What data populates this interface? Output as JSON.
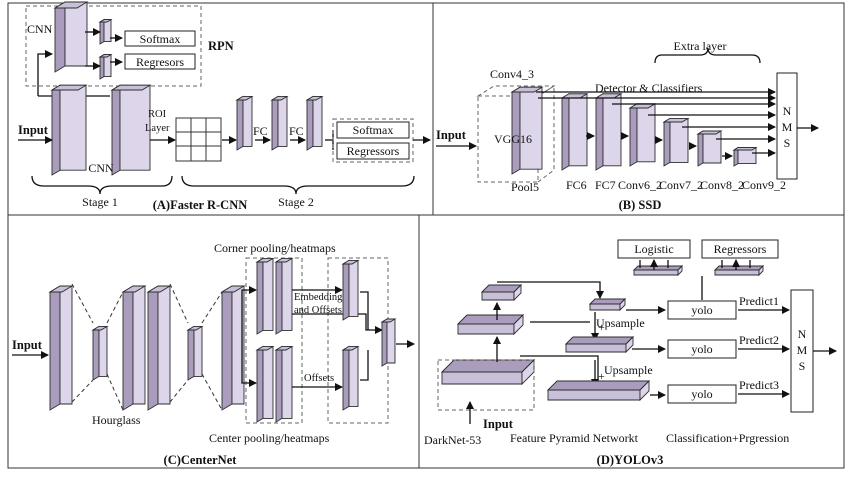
{
  "colors": {
    "front": "#a99cbd",
    "side": "#ddd6ea",
    "top": "#c8c0d8",
    "edge": "#2d2d2d",
    "panel": "#ffffff"
  },
  "panel_a": {
    "caption": "(A)Faster R-CNN",
    "rpn": "RPN",
    "cnn_top": "CNN",
    "cnn_bottom": "CNN",
    "softmax": "Softmax",
    "regresors": "Regresors",
    "input": "Input",
    "roi_line1": "ROI",
    "roi_line2": "Layer",
    "fc1": "FC",
    "fc2": "FC",
    "softmax2": "Softmax",
    "regressors2": "Regressors",
    "stage1": "Stage 1",
    "stage2": "Stage 2"
  },
  "panel_b": {
    "caption": "(B) SSD",
    "extra_layer": "Extra layer",
    "conv4_3": "Conv4_3",
    "detector": "Detector & Classifiers",
    "input": "Input",
    "vgg16": "VGG16",
    "pool5": "Pool5",
    "fc6": "FC6",
    "fc7": "FC7",
    "conv6_2": "Conv6_2",
    "conv7_2": "Conv7_2",
    "conv8_2": "Conv8_2",
    "conv9_2": "Conv9_2",
    "nms": [
      "N",
      "M",
      "S"
    ]
  },
  "panel_c": {
    "caption": "(C)CenterNet",
    "input": "Input",
    "hourglass": "Hourglass",
    "corner": "Corner pooling/heatmaps",
    "embed1": "Embeddings",
    "embed2": "and Offsets",
    "offsets": "Offsets",
    "center": "Center pooling/heatmaps"
  },
  "panel_d": {
    "caption": "(D)YOLOv3",
    "logistic": "Logistic",
    "regressors": "Regressors",
    "upsample1": "Upsample",
    "upsample2": "Upsample",
    "plus": "+",
    "yolo": "yolo",
    "predict1": "Predict1",
    "predict2": "Predict2",
    "predict3": "Predict3",
    "input": "Input",
    "darknet": "DarkNet-53",
    "fpn": "Feature Pyramid Networkt",
    "cls": "Classification+Prgression",
    "nms": [
      "N",
      "M",
      "S"
    ]
  }
}
